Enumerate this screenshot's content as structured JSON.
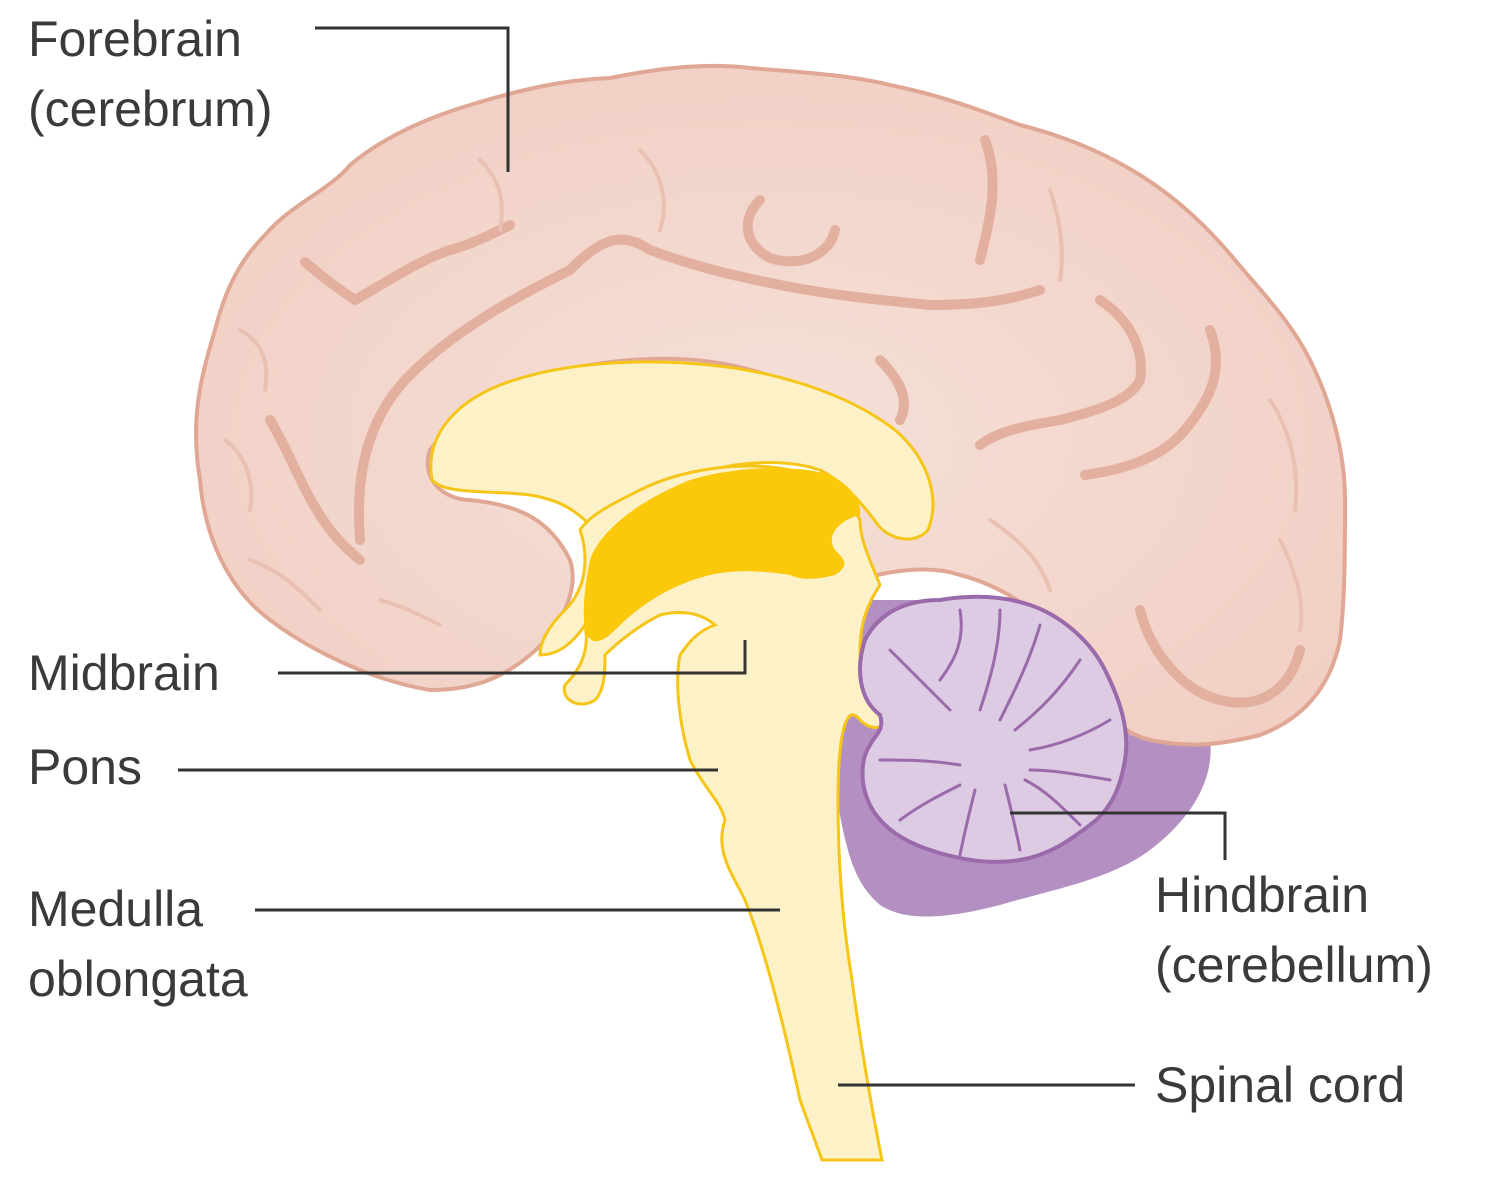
{
  "labels": {
    "forebrain": [
      "Forebrain",
      "(cerebrum)"
    ],
    "midbrain": [
      "Midbrain"
    ],
    "pons": [
      "Pons"
    ],
    "medulla": [
      "Medulla",
      "oblongata"
    ],
    "hindbrain": [
      "Hindbrain",
      "(cerebellum)"
    ],
    "spinal_cord": [
      "Spinal cord"
    ]
  },
  "colors": {
    "cerebrum_fill": "#f3d5cc",
    "cerebrum_stroke": "#e0a894",
    "sulcus": "#e3b0a0",
    "brainstem_fill": "#fdf1c8",
    "brainstem_stroke": "#f5c518",
    "thalamus_fill": "#fcc80a",
    "cerebellum_fill": "#dccbe3",
    "cerebellum_stroke": "#9a6aab",
    "cerebellum_base": "#b48fc1",
    "leader_line": "#333333",
    "text": "#3a3a3a"
  }
}
